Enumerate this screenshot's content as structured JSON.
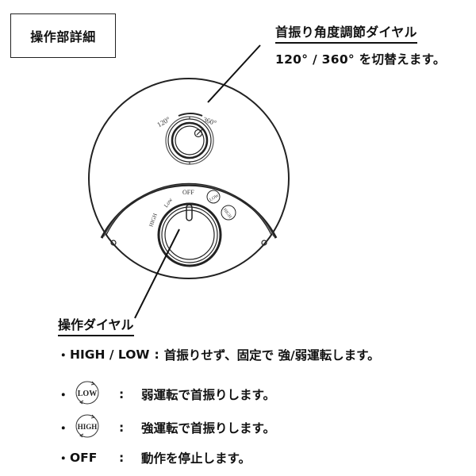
{
  "header": {
    "title": "操作部詳細"
  },
  "callouts": {
    "swing_dial": {
      "title": "首振り角度調節ダイヤル",
      "description": "120° / 360° を切替えます。"
    }
  },
  "diagram": {
    "swing_labels": {
      "left": "120°",
      "right": "360°"
    },
    "operation_labels": {
      "off": "OFF",
      "low": "Low",
      "high": "HIGH",
      "low_swing": "LOW",
      "high_swing": "HIGH"
    }
  },
  "operation_section": {
    "title": "操作ダイヤル",
    "items": [
      {
        "bullet": "・",
        "label": "HIGH / LOW",
        "colon": ":",
        "description": "首振りせず、固定で 強/弱運転します。"
      },
      {
        "bullet": "・",
        "icon": "low-swing-icon",
        "icon_text": "LOW",
        "colon": ":",
        "description": "弱運転で首振りします。"
      },
      {
        "bullet": "・",
        "icon": "high-swing-icon",
        "icon_text": "HIGH",
        "colon": ":",
        "description": "強運転で首振りします。"
      },
      {
        "bullet": "・",
        "label": "OFF",
        "colon": ":",
        "description": "動作を停止します。"
      }
    ]
  }
}
